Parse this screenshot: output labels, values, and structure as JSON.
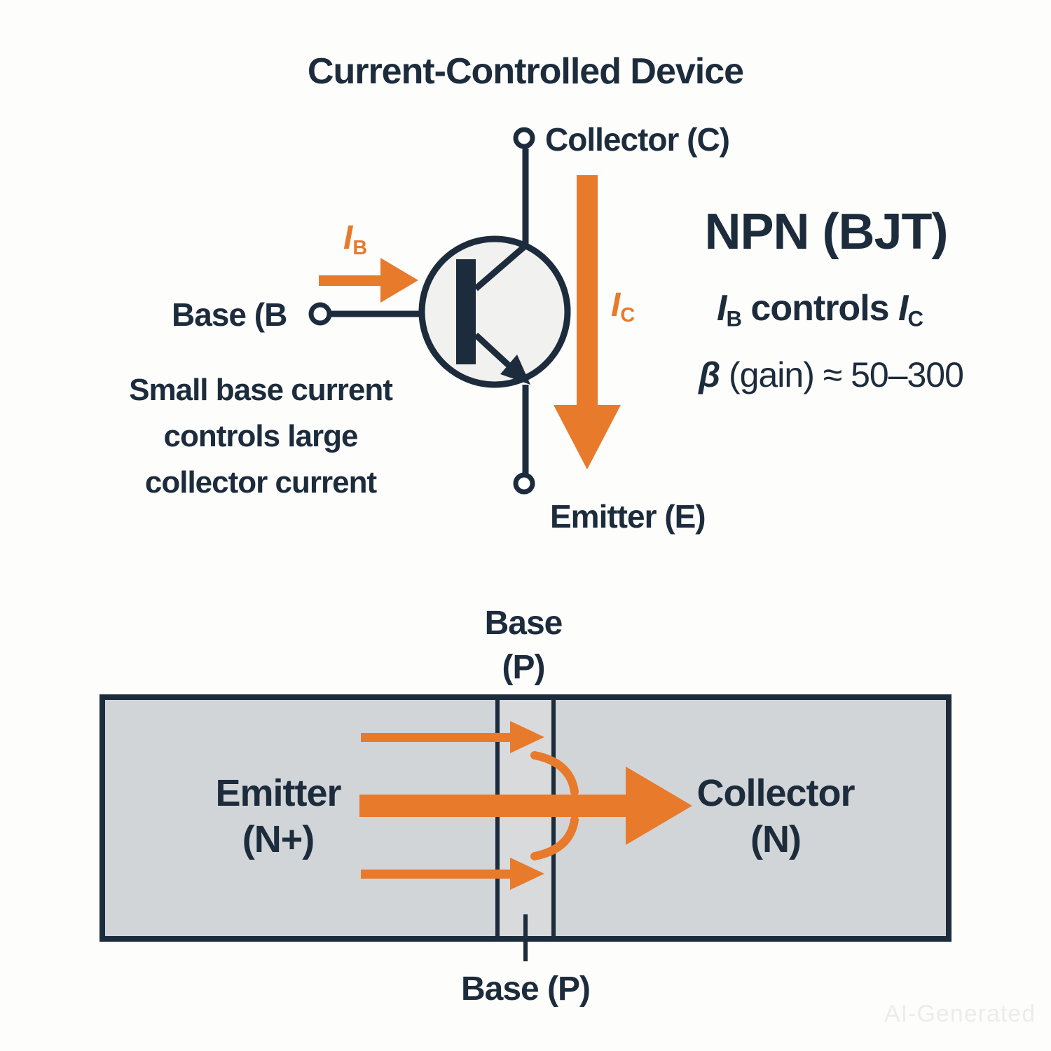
{
  "colors": {
    "navy": "#1d2c3c",
    "orange": "#e87a2c",
    "circle_fill": "#f1f1ef",
    "block_fill": "#d2d5d7",
    "base_strip_fill": "#d8dadc",
    "background": "#fdfdfc",
    "watermark": "#ececec"
  },
  "title": "Current-Controlled Device",
  "schematic": {
    "collector_label": "Collector (C)",
    "emitter_label": "Emitter (E)",
    "base_label": "Base (B",
    "ib": {
      "symbol": "I",
      "sub": "B"
    },
    "ic": {
      "symbol": "I",
      "sub": "C"
    },
    "caption_lines": [
      "Small base current",
      "controls large",
      "collector current"
    ]
  },
  "info": {
    "heading": "NPN (BJT)",
    "relation": {
      "i1": "I",
      "s1": "B",
      "middle": " controls ",
      "i2": "I",
      "s2": "C"
    },
    "gain": {
      "beta": "β",
      "rest": " (gain) ≈ 50–300"
    }
  },
  "structure": {
    "top_label_lines": [
      "Base",
      "(P)"
    ],
    "emitter_lines": [
      "Emitter",
      "(N+)"
    ],
    "collector_lines": [
      "Collector",
      "(N)"
    ],
    "bottom_label": "Base (P)"
  },
  "watermark": "AI-Generated"
}
